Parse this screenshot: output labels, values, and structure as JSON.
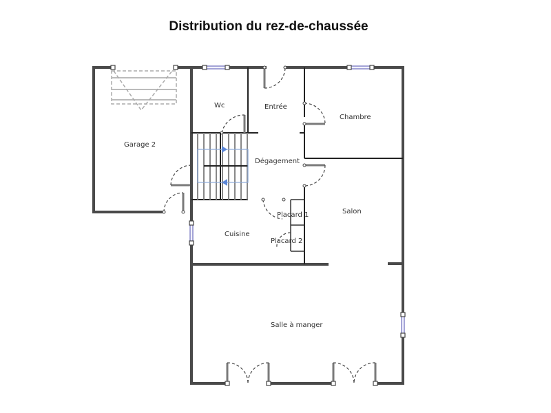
{
  "title": "Distribution du rez-de-chaussée",
  "rooms": {
    "garage": "Garage 2",
    "wc": "Wc",
    "entree": "Entrée",
    "chambre": "Chambre",
    "degagement": "Dégagement",
    "salon": "Salon",
    "placard1": "Placard 1",
    "placard2": "Placard 2",
    "cuisine": "Cuisine",
    "salle_a_manger": "Salle à manger"
  },
  "colors": {
    "wall": "#4a4a4a",
    "window": "#8888c8",
    "stair_arrow": "#5b86d6"
  }
}
